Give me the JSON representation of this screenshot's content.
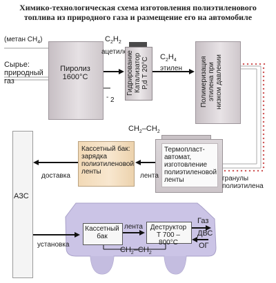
{
  "title": "Химико-технологическая схема изготовления полиэтиленового топлива из природного газа и размещение его на автомобиле",
  "labels": {
    "methane": "(метан CH",
    "methane_sub": "4",
    "methane_close": ")",
    "raw_material": "Сырье:\nприродный\nгаз",
    "pyrolysis": "Пиролиз\n1600°С",
    "c2h2_formula": "C",
    "c2h2_sub1": "2",
    "c2h2_h": "H",
    "c2h2_sub2": "2",
    "acetylene": "ацетилен",
    "h2_minus": "-",
    "h2_label": "2",
    "hydro": "Гидрирование\nКатализатор\nP,d Т 20°С",
    "c2h4_formula": "C",
    "c2h4_sub1": "2",
    "c2h4_h": "H",
    "c2h4_sub2": "4",
    "ethylene": "этилен",
    "polymer": "Полимеризация\nэтилена при\nнизком давлении",
    "ch2_top": "CH",
    "ch2_top_sub": "2",
    "ch2_dash": "–CH",
    "ch2_top_sub2": "2",
    "thermoplast": "Термопласт-\nавтомат,\nизготовление\nполиэтиленовой\nленты",
    "granules": "гранулы\nполиэтилена",
    "cassette_charge": "Кассетный бак:\nзарядка\nполиэтиленовой\nленты",
    "tape1": "лента",
    "delivery": "доставка",
    "azs": "АЗС",
    "cassette_tank": "Кассетный\nбак",
    "tape2": "лента",
    "destructor": "Деструктор\nТ 700 – 800°С",
    "gas": "Газ",
    "dvs": "ДВС",
    "og": "ОГ",
    "installation": "установка",
    "ch2_bottom": "CH",
    "ch2_bottom_sub": "2",
    "ch2_bottom_dash": "–CH",
    "ch2_bottom_sub2": "2"
  },
  "colors": {
    "car_fill": "#cbc4e6",
    "arrow": "#111111",
    "dots": "#d05a5a"
  }
}
